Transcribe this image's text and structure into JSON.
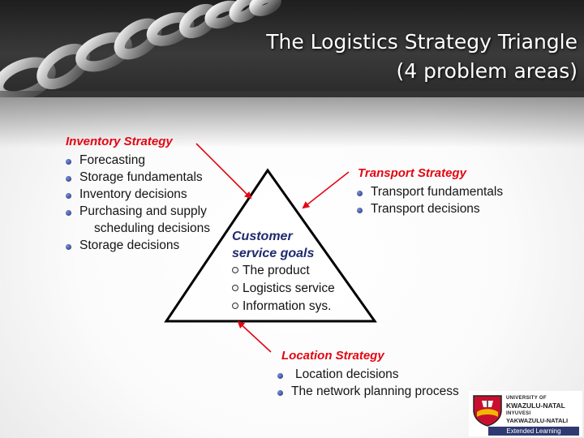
{
  "title": {
    "line1": "The Logistics Strategy Triangle",
    "line2": "(4 problem areas)"
  },
  "inventory": {
    "heading": "Inventory Strategy",
    "items": [
      "Forecasting",
      "Storage fundamentals",
      "Inventory decisions",
      "Purchasing and supply",
      "scheduling decisions",
      "Storage decisions"
    ]
  },
  "transport": {
    "heading": "Transport Strategy",
    "items": [
      "Transport fundamentals",
      "Transport decisions"
    ]
  },
  "center": {
    "heading_line1": "Customer",
    "heading_line2": "service goals",
    "items": [
      "The product",
      "Logistics service",
      "Information sys."
    ]
  },
  "location": {
    "heading": "Location Strategy",
    "items": [
      "Location decisions",
      "The network planning process"
    ]
  },
  "logo": {
    "line1": "UNIVERSITY OF",
    "line2": "KWAZULU-NATAL",
    "line3": "INYUVESI",
    "line4": "YAKWAZULU-NATALI",
    "bar": "Extended Learning"
  },
  "colors": {
    "heading_red": "#e30613",
    "center_blue": "#1f2a6e",
    "bullet_blue": "#2b3a8f",
    "arrow_red": "#e30613"
  }
}
